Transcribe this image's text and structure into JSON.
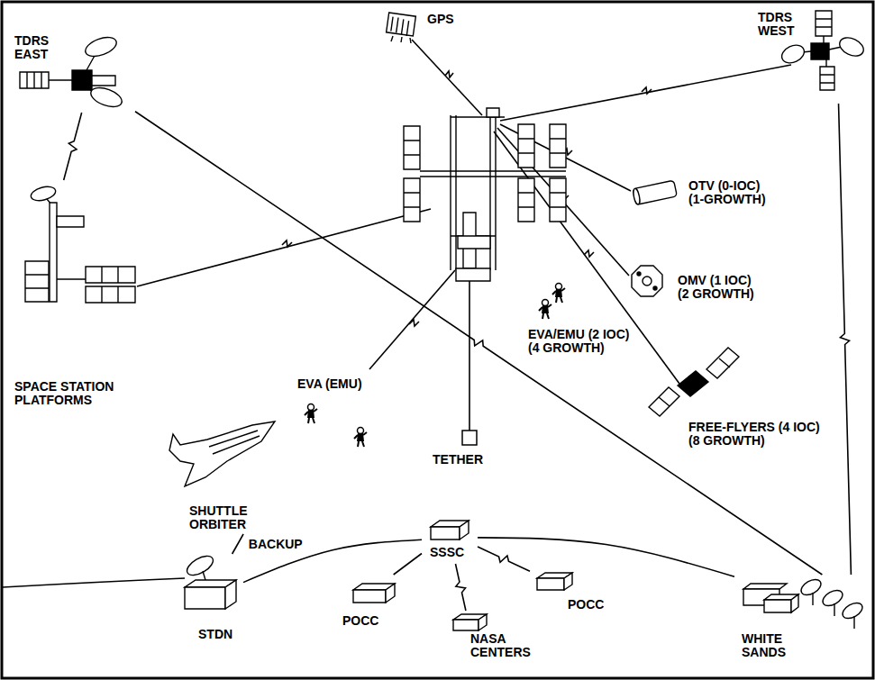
{
  "diagram": {
    "nodes": [
      {
        "text": [
          "TDRS EAST"
        ]
      },
      {
        "text": [
          "GPS"
        ]
      },
      {
        "text": [
          "TDRS WEST"
        ]
      },
      {
        "text": [
          "OTV (0-IOC) (1-GROWTH)"
        ]
      },
      {
        "text": [
          "OMV (1 IOC) (2 GROWTH)"
        ]
      },
      {
        "text": [
          "EVA/EMU (2 IOC) (4 GROWTH)"
        ]
      },
      {
        "text": [
          "SPACE STATION PLATFORMS"
        ]
      },
      {
        "text": [
          "EVA (EMU)"
        ]
      },
      {
        "text": [
          "FREE-FLYERS (4 IOC) (8 GROWTH)"
        ]
      },
      {
        "text": [
          "TETHER"
        ]
      },
      {
        "text": [
          "SHUTTLE ORBITER"
        ]
      },
      {
        "text": [
          "STDN"
        ]
      },
      {
        "text": [
          "SSSC"
        ]
      },
      {
        "text": [
          "POCC"
        ]
      },
      {
        "text": [
          "NASA CENTERS"
        ]
      },
      {
        "text": [
          "POCC"
        ]
      },
      {
        "text": [
          "WHITE SANDS"
        ]
      }
    ],
    "edges": [
      {
        "from": 0,
        "to": 16,
        "arrow": "none"
      },
      {
        "from": 2,
        "to": 16,
        "arrow": "none"
      },
      {
        "from": 0,
        "to": 6,
        "arrow": "none"
      },
      {
        "from": 10,
        "to": 11,
        "label": "BACKUP",
        "arrow": "none"
      },
      {
        "from": 11,
        "to": 12,
        "arrow": "none"
      },
      {
        "from": 12,
        "to": 13,
        "arrow": "none"
      },
      {
        "from": 12,
        "to": 14,
        "arrow": "none"
      },
      {
        "from": 12,
        "to": 15,
        "arrow": "none"
      },
      {
        "from": 12,
        "to": 16,
        "arrow": "none"
      }
    ]
  }
}
